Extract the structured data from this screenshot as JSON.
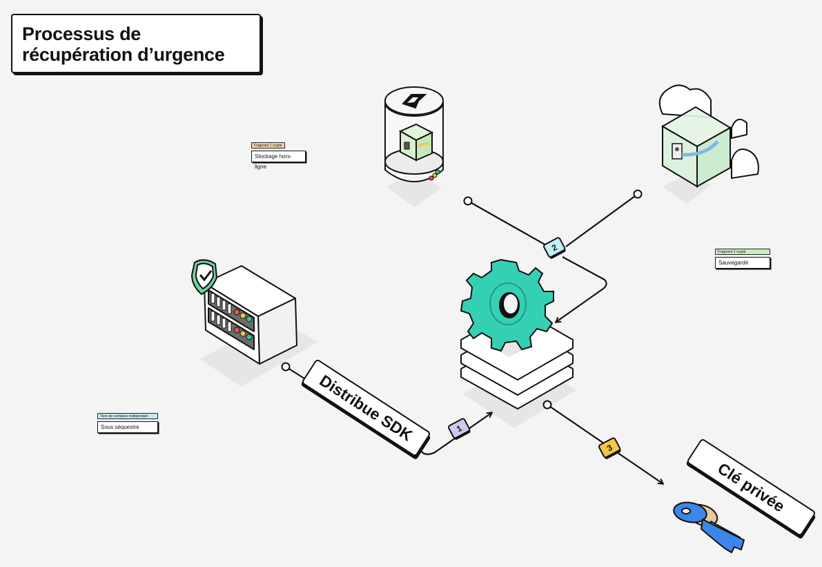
{
  "title": {
    "line1": "Processus de",
    "line2": "récupération d’urgence"
  },
  "labels": {
    "offline": {
      "chip": "Fragment 1 crypté",
      "text": "Stockage hors-ligne",
      "chip_color": "#f5d5a8"
    },
    "saved": {
      "chip": "Fragment 2 crypté",
      "text": "Sauvegardé",
      "chip_color": "#c9f0c1"
    },
    "escrow": {
      "chip": "Tiers de confiance indépendant",
      "text": "Sous séquestre",
      "chip_color": "#c4ecef"
    }
  },
  "banners": {
    "sdk": "Distribue SDK",
    "key": "Clé privée"
  },
  "steps": [
    {
      "number": "1",
      "color": "#cfc8ef"
    },
    {
      "number": "2",
      "color": "#bfeff5"
    },
    {
      "number": "3",
      "color": "#f3c54b"
    }
  ],
  "colors": {
    "gear": "#35cfb3",
    "shield": "#6ed39e",
    "key_blue": "#3b86e8",
    "key_tan": "#e7c99a",
    "cube_green": "#d9f2dc"
  },
  "icons": [
    "server-icon",
    "shield-check-icon",
    "vault-jar-icon",
    "cloud-cube-icon",
    "gear-icon",
    "key-icon"
  ]
}
